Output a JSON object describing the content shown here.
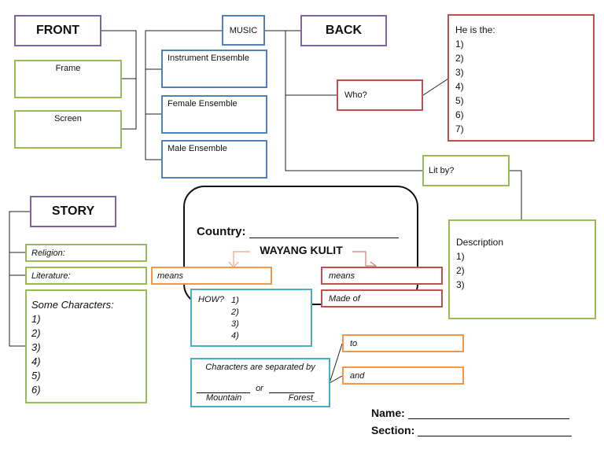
{
  "front": "FRONT",
  "frame": "Frame",
  "screen": "Screen",
  "music": "MUSIC",
  "ensembles": [
    "Instrument Ensemble",
    "Female Ensemble",
    "Male Ensemble"
  ],
  "back": "BACK",
  "who": "Who?",
  "he_is": {
    "title": "He is the:",
    "items": [
      "1)",
      "2)",
      "3)",
      "4)",
      "5)",
      "6)",
      "7)"
    ]
  },
  "lit_by": "Lit by?",
  "story": "STORY",
  "religion": "Religion:",
  "literature": "Literature:",
  "characters": {
    "title": "Some Characters:",
    "items": [
      "1)",
      "2)",
      "3)",
      "4)",
      "5)",
      "6)"
    ]
  },
  "center": {
    "country": "Country: ",
    "wayang": "WAYANG KULIT"
  },
  "means_left": "means",
  "means_right": "means",
  "made_of": "Made of",
  "how": {
    "label": "HOW?",
    "items": [
      "1)",
      "2)",
      "3)",
      "4)"
    ]
  },
  "description": {
    "title": "Description",
    "items": [
      "1)",
      "2)",
      "3)"
    ]
  },
  "separated": {
    "title": "Characters are separated by",
    "or": "or",
    "left": "Mountain",
    "right": "Forest_"
  },
  "to": "to",
  "and": "and",
  "name_label": "Name: ",
  "section_label": "Section: "
}
